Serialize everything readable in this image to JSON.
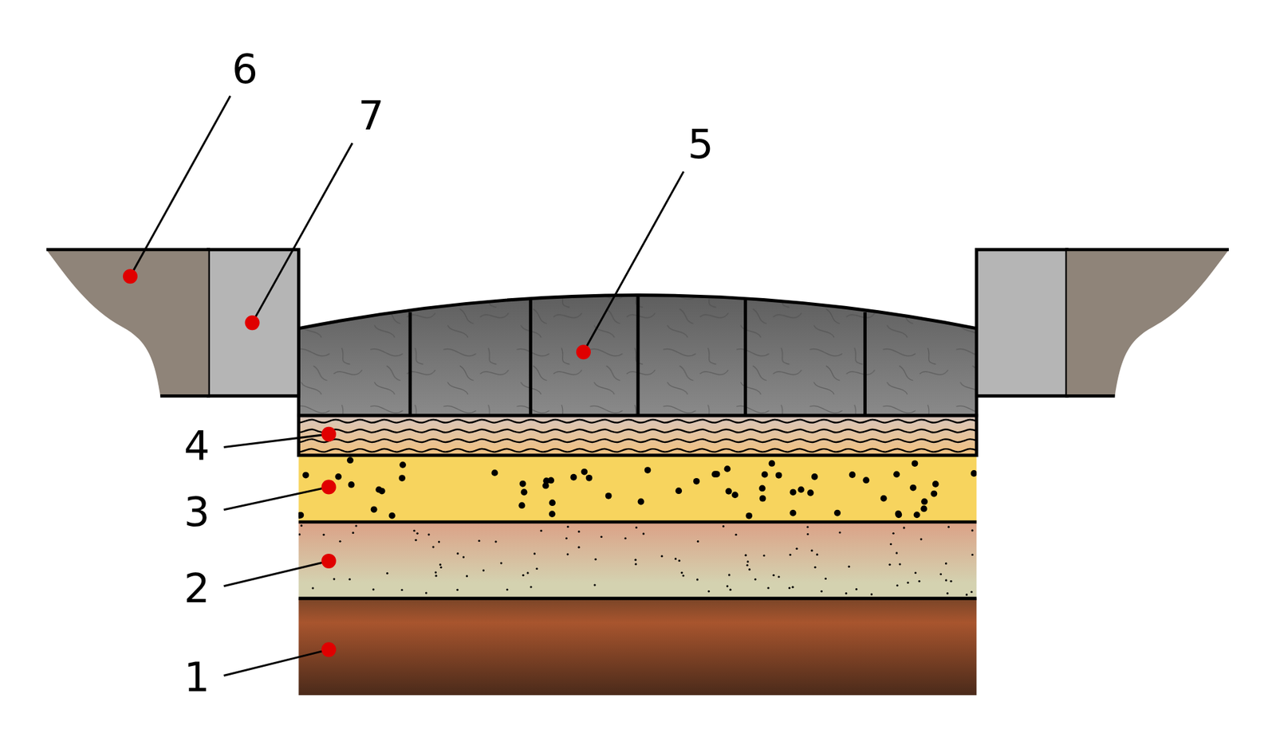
{
  "diagram": {
    "labels": [
      "6",
      "7",
      "5",
      "4",
      "3",
      "2",
      "1"
    ]
  }
}
